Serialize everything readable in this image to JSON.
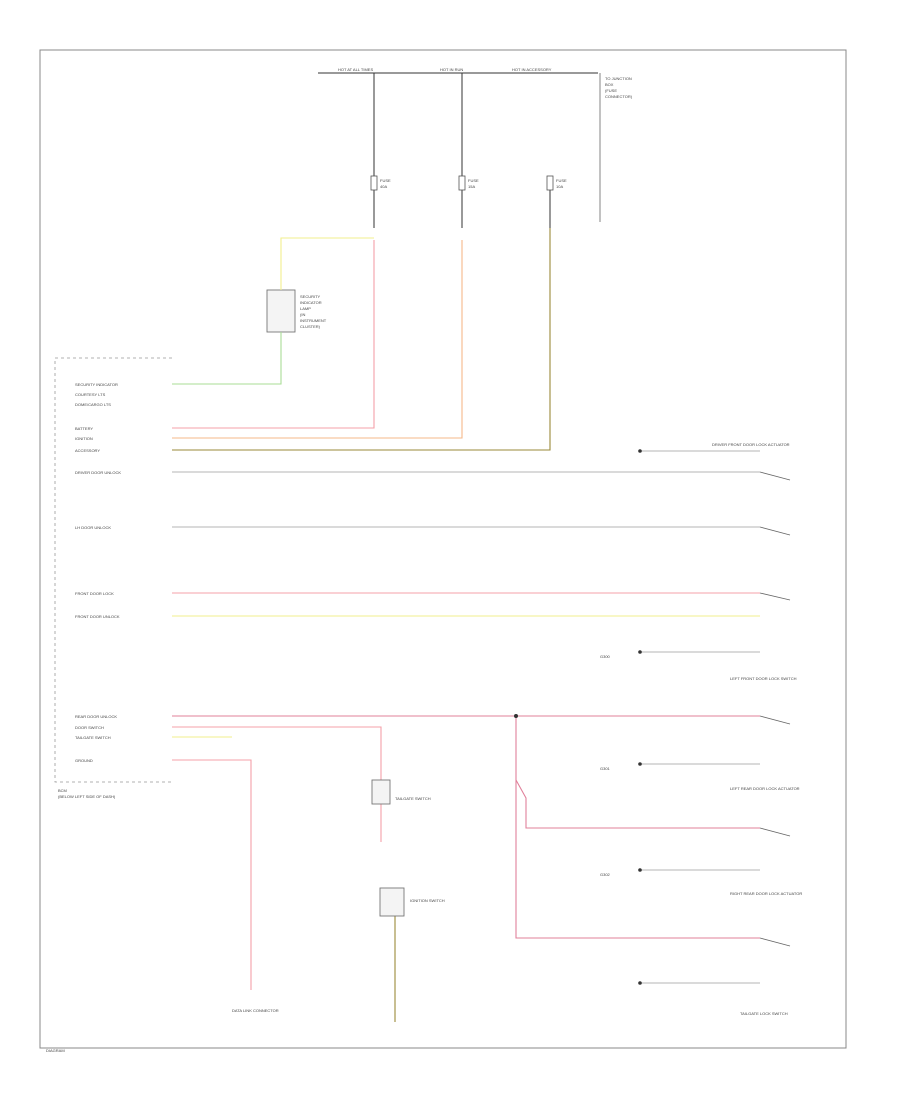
{
  "top_bus_labels": [
    "HOT AT ALL TIMES",
    "HOT IN RUN",
    "HOT IN ACCESSORY"
  ],
  "bus_note": [
    "TO JUNCTION",
    "BOX",
    "(FUSE",
    "CONNECTOR)"
  ],
  "fuse_labels": [
    "FUSE",
    "40A",
    "FUSE",
    "15A",
    "FUSE",
    "10A"
  ],
  "security_indicator": [
    "SECURITY",
    "INDICATOR",
    "LAMP",
    "(IN",
    "INSTRUMENT",
    "CLUSTER)"
  ],
  "module_pins": [
    "SECURITY INDICATOR",
    "COURTESY LTS",
    "DOME/CARGO LTS",
    "BATTERY",
    "IGNITION",
    "ACCESSORY",
    "DRIVER DOOR UNLOCK",
    "LH DOOR UNLOCK",
    "FRONT DOOR LOCK",
    "FRONT DOOR UNLOCK",
    "REAR DOOR UNLOCK",
    "DOOR SWITCH",
    "TAILGATE SWITCH",
    "GROUND"
  ],
  "right_components": [
    "DRIVER FRONT DOOR LOCK ACTUATOR",
    "LEFT FRONT DOOR LOCK SWITCH",
    "LEFT REAR DOOR LOCK ACTUATOR",
    "RIGHT REAR DOOR LOCK ACTUATOR",
    "TAILGATE LOCK SWITCH"
  ],
  "ground_labels": [
    "G300",
    "G301",
    "G302"
  ],
  "lower_labels": [
    "DATA LINK CONNECTOR",
    "TAILGATE SWITCH",
    "IGNITION SWITCH"
  ],
  "module_footnote": [
    "BCM",
    "(BELOW LEFT SIDE OF DASH)"
  ],
  "corner_tag": "DIAGRAM",
  "colors": {
    "red": "#f4a0a8",
    "orange": "#f5b98a",
    "yellow": "#f1ef8e",
    "green": "#a9dd96",
    "olive": "#9a8a3a",
    "gray": "#b5b5b5",
    "pinkdark": "#e0809a"
  }
}
